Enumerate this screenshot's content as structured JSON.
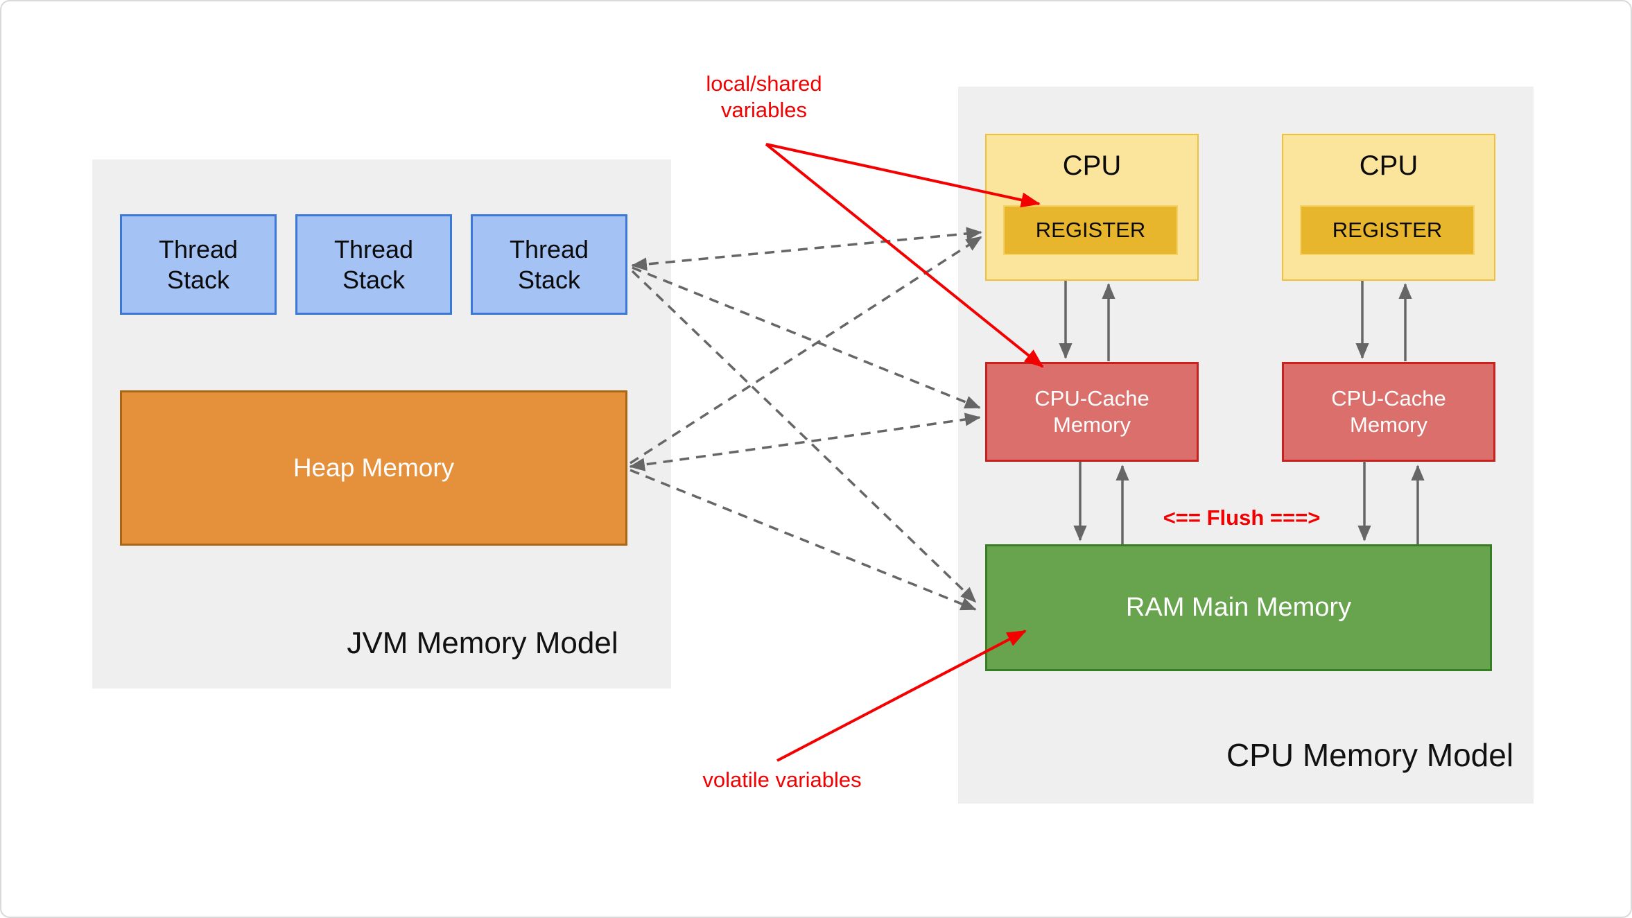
{
  "jvm_panel": {
    "title": "JVM Memory Model",
    "thread_stacks": [
      "Thread Stack",
      "Thread Stack",
      "Thread Stack"
    ],
    "heap_label": "Heap Memory"
  },
  "cpu_panel": {
    "title": "CPU Memory Model",
    "cpu_units": [
      {
        "cpu_label": "CPU",
        "register_label": "REGISTER",
        "cache_line1": "CPU-Cache",
        "cache_line2": "Memory"
      },
      {
        "cpu_label": "CPU",
        "register_label": "REGISTER",
        "cache_line1": "CPU-Cache",
        "cache_line2": "Memory"
      }
    ],
    "ram_label": "RAM Main Memory"
  },
  "annotations": {
    "local_shared_line1": "local/shared",
    "local_shared_line2": "variables",
    "volatile_label": "volatile variables",
    "flush_label": "<== Flush ===>"
  },
  "colors": {
    "thread_stack_fill": "#A4C2F4",
    "thread_stack_border": "#3C78D8",
    "heap_fill": "#E5913C",
    "heap_border": "#AC6511",
    "cpu_fill": "#FBE49C",
    "cpu_border": "#EFC13B",
    "register_fill": "#E8B62C",
    "register_border": "#F5D264",
    "cache_fill": "#DB6F6B",
    "cache_border": "#C9211E",
    "ram_fill": "#68A44D",
    "ram_border": "#377D22",
    "panel_fill": "#EFEFEF",
    "annotation_red": "#F40000",
    "connector_gray": "#666666"
  }
}
